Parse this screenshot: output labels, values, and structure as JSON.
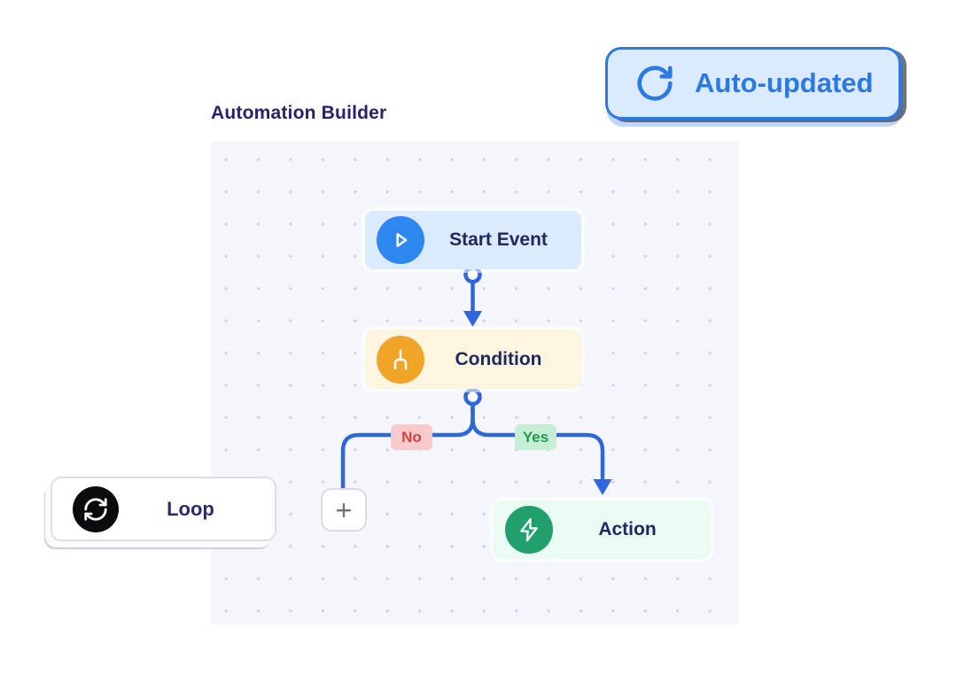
{
  "title": "Automation Builder",
  "badge": {
    "label": "Auto-updated",
    "icon": "refresh-icon",
    "text_color": "#2b7ae4",
    "bg_color": "#dbeafe",
    "border_color": "#2b7ae4"
  },
  "canvas": {
    "bg_color": "#f4f6fb",
    "dot_color": "#cdd2ee",
    "connector_color": "#2d66dd",
    "nodes": [
      {
        "id": "start-event",
        "label": "Start Event",
        "icon": "play-icon",
        "icon_bg": "#2e86ef",
        "bg_color": "#dbeafe"
      },
      {
        "id": "condition",
        "label": "Condition",
        "icon": "branch-icon",
        "icon_bg": "#f0a529",
        "bg_color": "#fcf5e0"
      },
      {
        "id": "action",
        "label": "Action",
        "icon": "lightning-icon",
        "icon_bg": "#21a06e",
        "bg_color": "#e9fbf2"
      }
    ],
    "branches": {
      "no": {
        "label": "No",
        "text_color": "#d6403f",
        "bg_color": "#f8caca"
      },
      "yes": {
        "label": "Yes",
        "text_color": "#27994f",
        "bg_color": "#c6eed4"
      }
    },
    "add_node": {
      "label": "+",
      "icon": "plus-icon"
    }
  },
  "palette": {
    "loop": {
      "label": "Loop",
      "icon": "loop-icon",
      "icon_bg": "#0b0b0d"
    }
  },
  "text_color": "#20285e"
}
